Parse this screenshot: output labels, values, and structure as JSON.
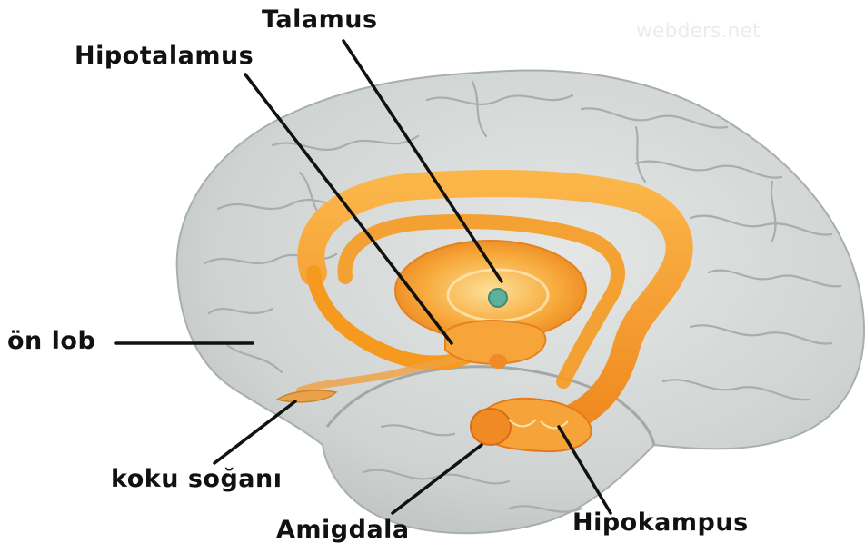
{
  "watermark": "webders.net",
  "labels": {
    "talamus": "Talamus",
    "hipotalamus": "Hipotalamus",
    "on_lob": "ön lob",
    "koku_sogani": "koku soğanı",
    "amigdala": "Amigdala",
    "hipokampus": "Hipokampus"
  },
  "colors": {
    "brain_fill": "#cfd3d2",
    "brain_shadow": "#b3b8b7",
    "limbic_orange": "#f59a1f",
    "limbic_light": "#fbc15a",
    "limbic_dark": "#e5731a",
    "thalamus_core": "#5fb09a",
    "leader_line": "#111111"
  }
}
